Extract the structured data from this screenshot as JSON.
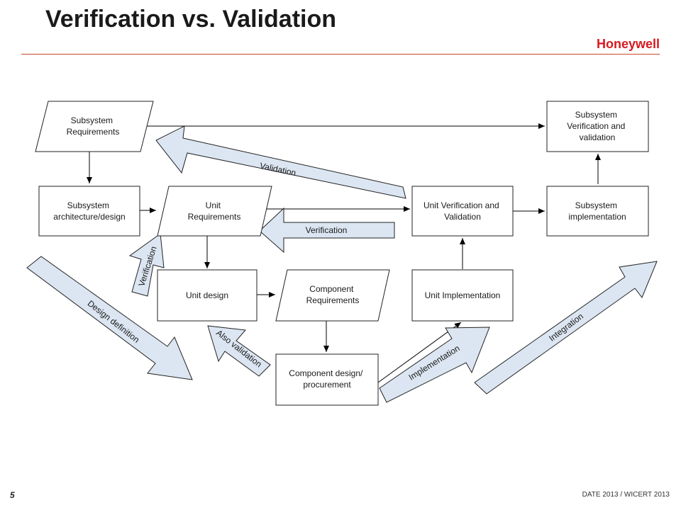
{
  "title": "Verification vs. Validation",
  "logo": "Honeywell",
  "page_number": "5",
  "footer": "DATE 2013 / WICERT 2013",
  "nodes": {
    "subsys_req": [
      "Subsystem",
      "Requirements"
    ],
    "subsys_vv": [
      "Subsystem",
      "Verification and",
      "validation"
    ],
    "subsys_arch": [
      "Subsystem",
      "architecture/design"
    ],
    "unit_req": [
      "Unit",
      "Requirements"
    ],
    "unit_vv": [
      "Unit Verification and",
      "Validation"
    ],
    "subsys_impl": [
      "Subsystem",
      "implementation"
    ],
    "unit_design": [
      "Unit design"
    ],
    "comp_req": [
      "Component",
      "Requirements"
    ],
    "unit_impl": [
      "Unit Implementation"
    ],
    "comp_design": [
      "Component design/",
      "procurement"
    ]
  },
  "bands": {
    "validation": "Validation",
    "verification_h": "Verification",
    "verification_v": "Verification",
    "design_definition": "Design definition",
    "also_validation": "Also validation",
    "implementation": "Implementation",
    "integration": "Integration"
  },
  "colors": {
    "band_fill": "#dce6f2",
    "accent": "#c8462d",
    "logo": "#d71920"
  }
}
